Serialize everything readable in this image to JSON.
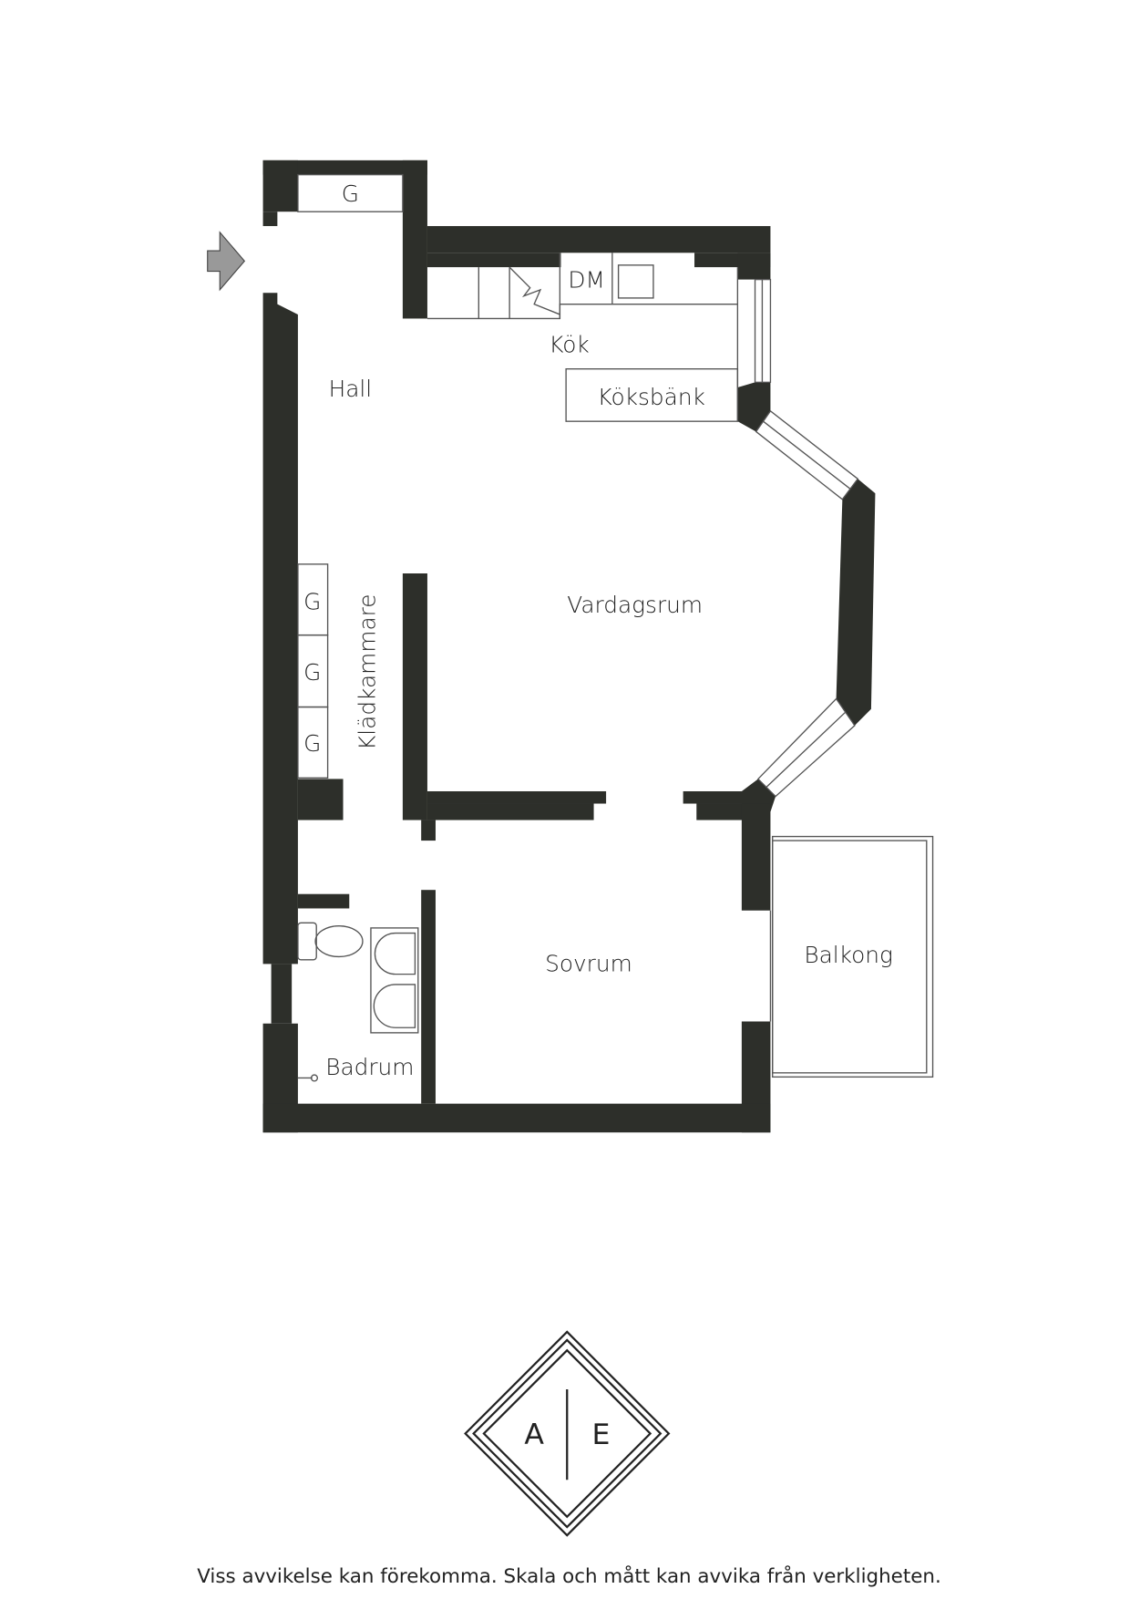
{
  "rooms": {
    "hall": "Hall",
    "kok": "Kök",
    "koksbank": "Köksbänk",
    "dm": "DM",
    "vardagsrum": "Vardagsrum",
    "kladkammare": "Klädkammare",
    "sovrum": "Sovrum",
    "badrum": "Badrum",
    "balkong": "Balkong",
    "closet": "G"
  },
  "logo": {
    "left": "A",
    "right": "E"
  },
  "disclaimer": "Viss avvikelse kan förekomma. Skala och mått kan avvika från verkligheten.",
  "colors": {
    "wall": "#2d2f2a",
    "entrance_arrow": "#999999"
  }
}
